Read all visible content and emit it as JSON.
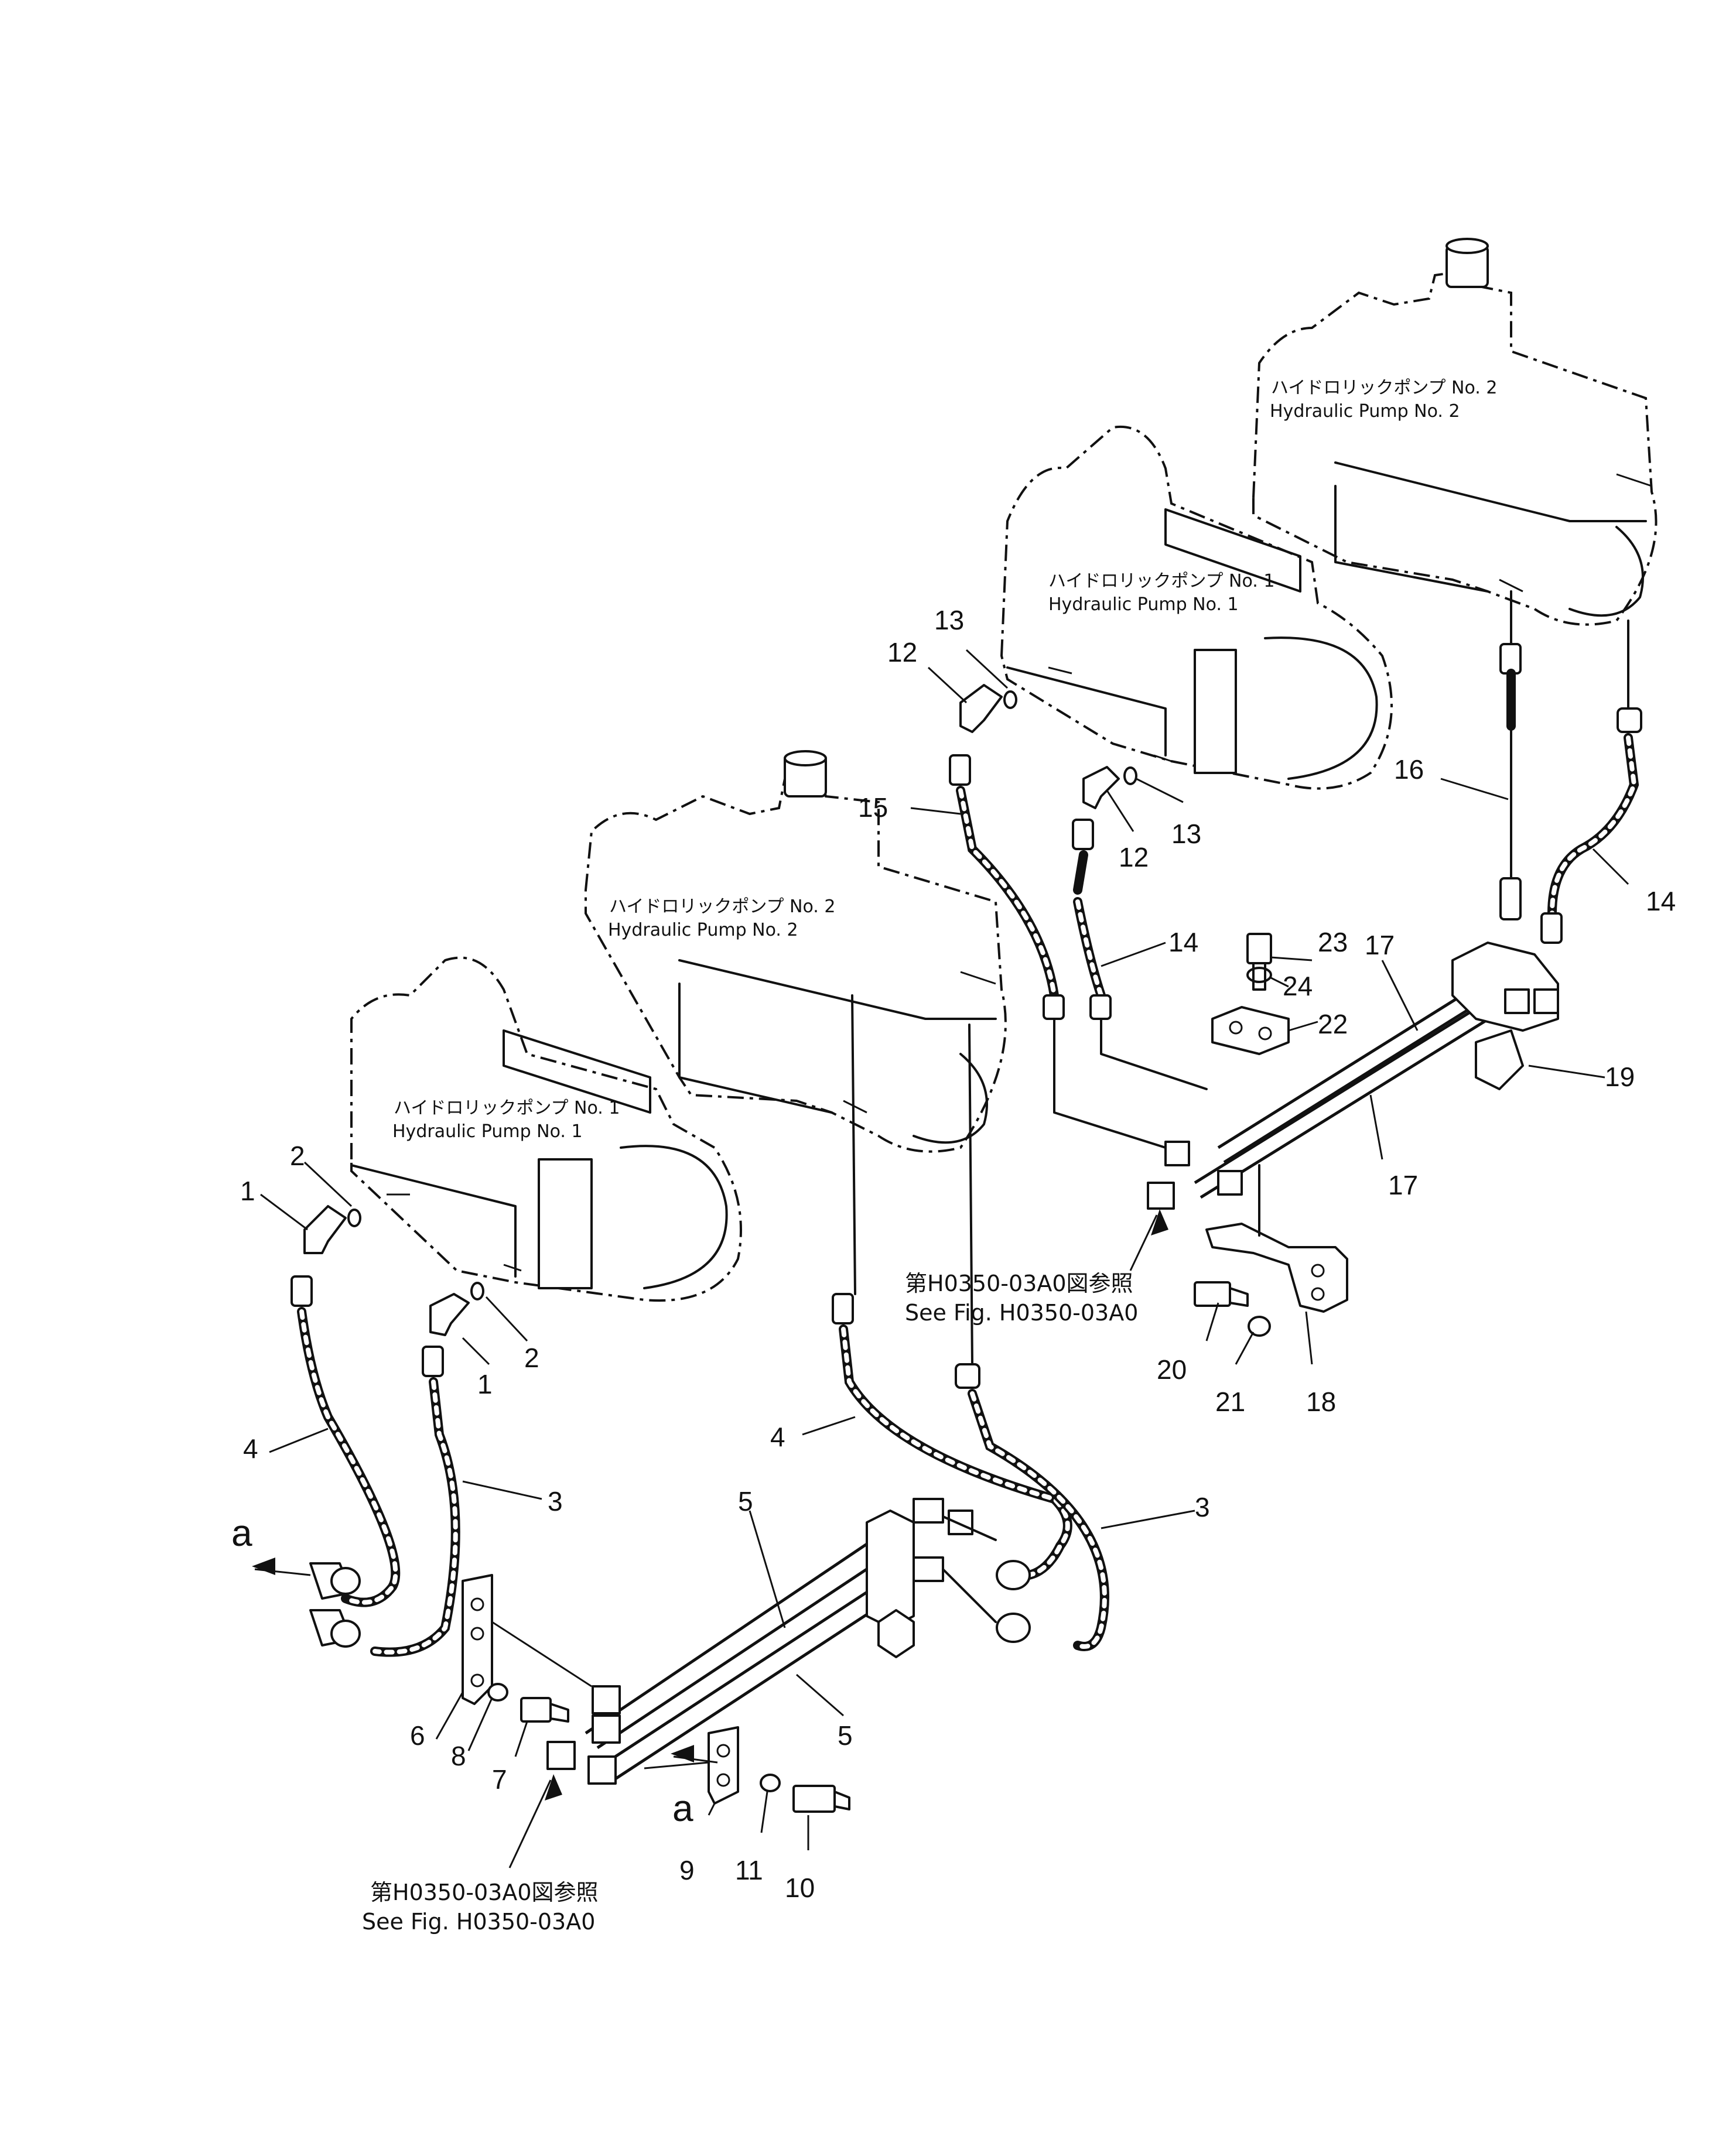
{
  "pumps": [
    {
      "jp": "ハイドロリックポンプ No. 1",
      "en": "Hydraulic Pump No. 1"
    },
    {
      "jp": "ハイドロリックポンプ No. 2",
      "en": "Hydraulic Pump No. 2"
    },
    {
      "jp": "ハイドロリックポンプ No. 1",
      "en": "Hydraulic Pump No. 1"
    },
    {
      "jp": "ハイドロリックポンプ No. 2",
      "en": "Hydraulic Pump No. 2"
    }
  ],
  "references": [
    {
      "jp": "第H0350-03A0図参照",
      "en": "See Fig. H0350-03A0"
    },
    {
      "jp": "第H0350-03A0図参照",
      "en": "See Fig. H0350-03A0"
    }
  ],
  "view_marks": [
    "a",
    "a"
  ],
  "callouts": [
    "1",
    "2",
    "1",
    "2",
    "4",
    "3",
    "4",
    "3",
    "5",
    "5",
    "6",
    "8",
    "7",
    "9",
    "11",
    "10",
    "12",
    "13",
    "12",
    "13",
    "15",
    "14",
    "16",
    "14",
    "23",
    "24",
    "22",
    "17",
    "17",
    "19",
    "20",
    "21",
    "18"
  ]
}
